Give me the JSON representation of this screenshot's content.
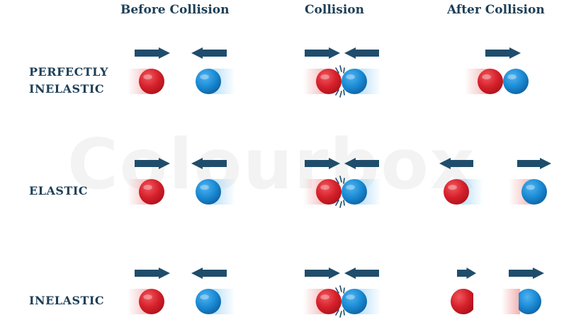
{
  "columns": [
    "Before Collision",
    "Collision",
    "After Collision"
  ],
  "rows": [
    {
      "label_lines": [
        "PERFECTLY",
        "INELASTIC"
      ]
    },
    {
      "label_lines": [
        "ELASTIC"
      ]
    },
    {
      "label_lines": [
        "INELASTIC"
      ]
    }
  ],
  "watermark": "Colourbox",
  "colors": {
    "text": "#1d3f57",
    "arrow": "#1f4d6b",
    "red_ball": "#d6202b",
    "blue_ball": "#1a8ad4"
  }
}
